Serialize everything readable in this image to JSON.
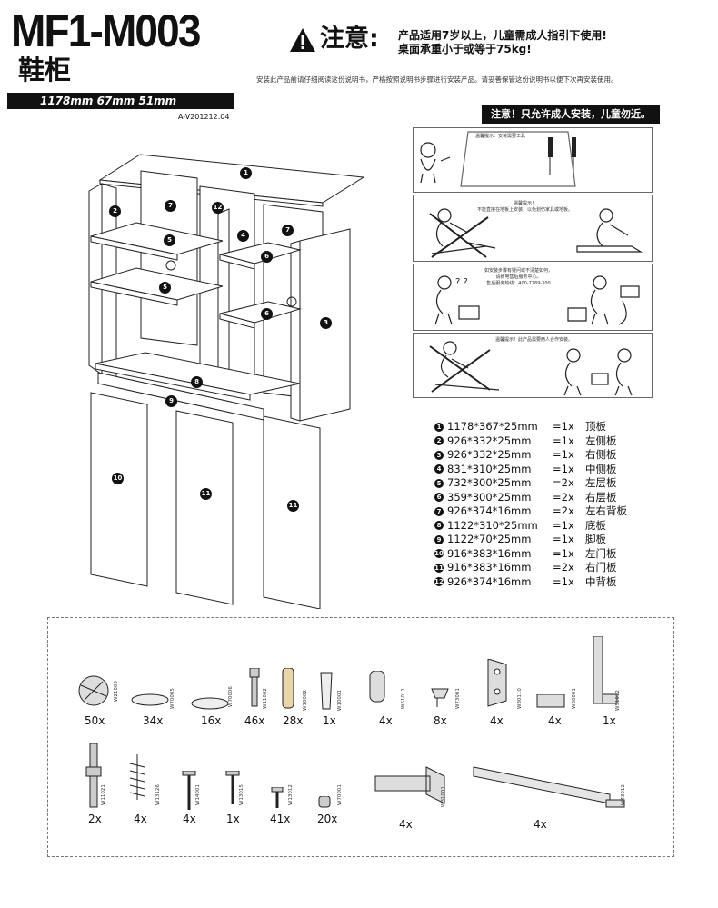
{
  "header": {
    "model": "MF1-M003",
    "subtitle": "鞋柜",
    "dimensions": "1178mm  67mm  51mm",
    "version": "A-V201212.04"
  },
  "warning": {
    "title": "注意:",
    "line1": "产品适用7岁以上，儿童需成人指引下使用!",
    "line2": "桌面承重小于或等于75kg!",
    "notice": "安装此产品前请仔细阅读这份说明书，严格按照说明书步骤进行安装产品。请妥善保管这份说明书以便下次再安装使用。",
    "caution_bar": "注意！只允许成人安装，儿童勿近。"
  },
  "panels": [
    {
      "text": "温馨提示：安装需要工具"
    },
    {
      "text": "温馨提示！\n不能直接在地板上安装，以免划伤家具或地板。"
    },
    {
      "text": "如安装步骤有疑问或不清楚如何，\n请致电售后服务中心。\n售后服务热线：400-7789-300"
    },
    {
      "text": "温馨提示！此产品需要两人合作安装。"
    }
  ],
  "callouts": [
    "1",
    "2",
    "3",
    "4",
    "5",
    "5",
    "6",
    "6",
    "7",
    "7",
    "8",
    "9",
    "10",
    "11",
    "11",
    "12"
  ],
  "parts": [
    {
      "num": "1",
      "dim": "1178*367*25mm",
      "qty": "=1x",
      "name": "顶板"
    },
    {
      "num": "2",
      "dim": "926*332*25mm",
      "qty": "=1x",
      "name": "左侧板"
    },
    {
      "num": "3",
      "dim": "926*332*25mm",
      "qty": "=1x",
      "name": "右侧板"
    },
    {
      "num": "4",
      "dim": "831*310*25mm",
      "qty": "=1x",
      "name": "中侧板"
    },
    {
      "num": "5",
      "dim": "732*300*25mm",
      "qty": "=2x",
      "name": "左层板"
    },
    {
      "num": "6",
      "dim": "359*300*25mm",
      "qty": "=2x",
      "name": "右层板"
    },
    {
      "num": "7",
      "dim": "926*374*16mm",
      "qty": "=2x",
      "name": "左右背板"
    },
    {
      "num": "8",
      "dim": "1122*310*25mm",
      "qty": "=1x",
      "name": "底板"
    },
    {
      "num": "9",
      "dim": "1122*70*25mm",
      "qty": "=1x",
      "name": "脚板"
    },
    {
      "num": "10",
      "dim": "916*383*16mm",
      "qty": "=1x",
      "name": "左门板"
    },
    {
      "num": "11",
      "dim": "916*383*16mm",
      "qty": "=2x",
      "name": "右门板"
    },
    {
      "num": "12",
      "dim": "926*374*16mm",
      "qty": "=1x",
      "name": "中背板"
    }
  ],
  "hardware": [
    {
      "code": "W21003",
      "qty": "50x",
      "icon": "cam-lock-icon"
    },
    {
      "code": "W70005",
      "qty": "34x",
      "icon": "cover-cap-icon"
    },
    {
      "code": "W70006",
      "qty": "16x",
      "icon": "cover-cap-large-icon"
    },
    {
      "code": "W11002",
      "qty": "46x",
      "icon": "cam-bolt-icon"
    },
    {
      "code": "W10002",
      "qty": "28x",
      "icon": "wood-dowel-icon"
    },
    {
      "code": "W10001",
      "qty": "1x",
      "icon": "wall-anchor-icon"
    },
    {
      "code": "W61011",
      "qty": "4x",
      "icon": "knob-icon"
    },
    {
      "code": "W73001",
      "qty": "8x",
      "icon": "shelf-support-icon"
    },
    {
      "code": "W30110",
      "qty": "4x",
      "icon": "hinge-plate-icon"
    },
    {
      "code": "W30001",
      "qty": "4x",
      "icon": "bracket-icon"
    },
    {
      "code": "W51012",
      "qty": "1x",
      "icon": "angle-bracket-icon"
    },
    {
      "code": "W11021",
      "qty": "2x",
      "icon": "double-cam-bolt-icon"
    },
    {
      "code": "W13126",
      "qty": "4x",
      "icon": "spring-screw-icon"
    },
    {
      "code": "W14001",
      "qty": "4x",
      "icon": "screw-icon"
    },
    {
      "code": "W13015",
      "qty": "1x",
      "icon": "long-screw-icon"
    },
    {
      "code": "W13012",
      "qty": "41x",
      "icon": "short-screw-icon"
    },
    {
      "code": "W70001",
      "qty": "20x",
      "icon": "nail-icon"
    },
    {
      "code": "W31001",
      "qty": "4x",
      "icon": "cabinet-hinge-icon"
    },
    {
      "code": "W43012",
      "qty": "4x",
      "icon": "drawer-slide-icon"
    }
  ]
}
